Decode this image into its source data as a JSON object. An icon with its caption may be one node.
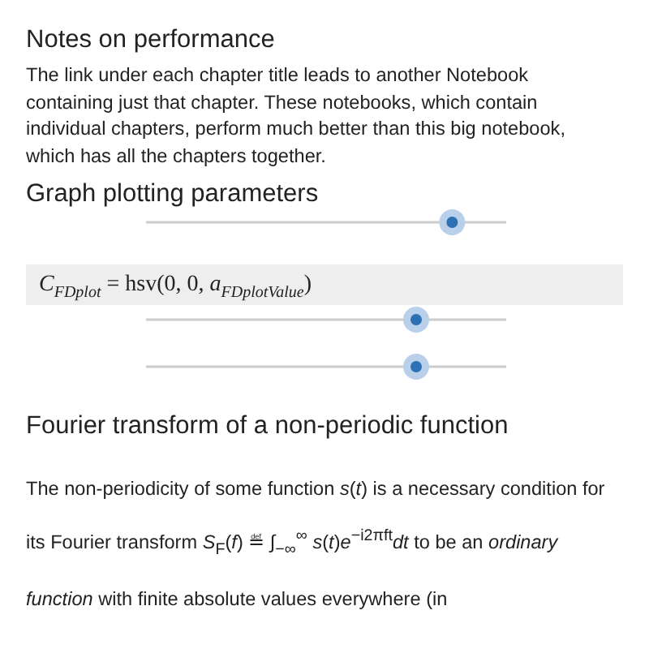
{
  "diagram": {
    "labels": [
      "Notes on performance",
      "The link under each chapter title leads to another Notebook containing just that chapter. These notebooks, which contain individual chapters, perform much better than this big notebook, which has all the chapters together.",
      "Graph plotting parameters",
      "*C*$_{FDplot}$ = hsv(0, 0, *a*$_{FDplotValue}$)",
      "Fourier transform of a non-periodic function",
      "The non-periodicity of some function *s*(*t*) is a necessary condition for its Fourier transform *S*$_{F}$(*f*) ≝ ∫$_{−∞}$$^{∞}$ *s*(*t*)*e*$^{−i2πft}$*dt* to be an *ordinary function* with finite absolute values everywhere (in"
    ]
  }
}
